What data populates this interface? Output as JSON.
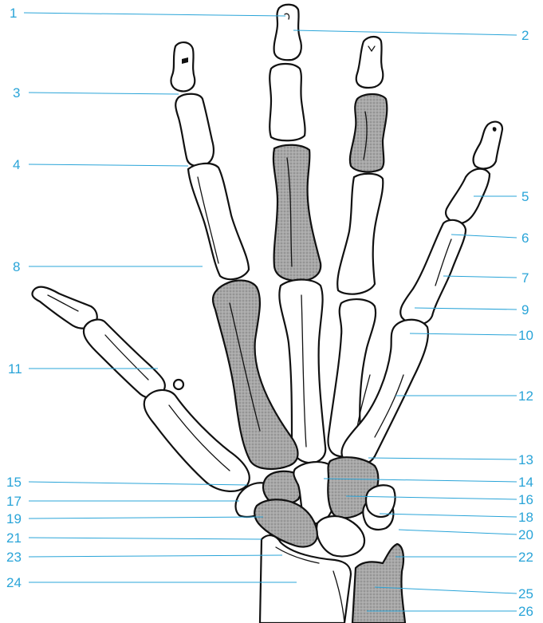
{
  "figure": {
    "title": "",
    "colors": {
      "label": "#29a4d8",
      "outline": "#111111",
      "shading": "#9a9a9a"
    },
    "labels": {
      "n1": "1",
      "n2": "2",
      "n3": "3",
      "n4": "4",
      "n5": "5",
      "n6": "6",
      "n7": "7",
      "n8": "8",
      "n9": "9",
      "n10": "10",
      "n11": "11",
      "n12": "12",
      "n13": "13",
      "n14": "14",
      "n15": "15",
      "n16": "16",
      "n17": "17",
      "n18": "18",
      "n19": "19",
      "n20": "20",
      "n21": "21",
      "n22": "22",
      "n23": "23",
      "n24": "24",
      "n25": "25",
      "n26": "26"
    }
  }
}
